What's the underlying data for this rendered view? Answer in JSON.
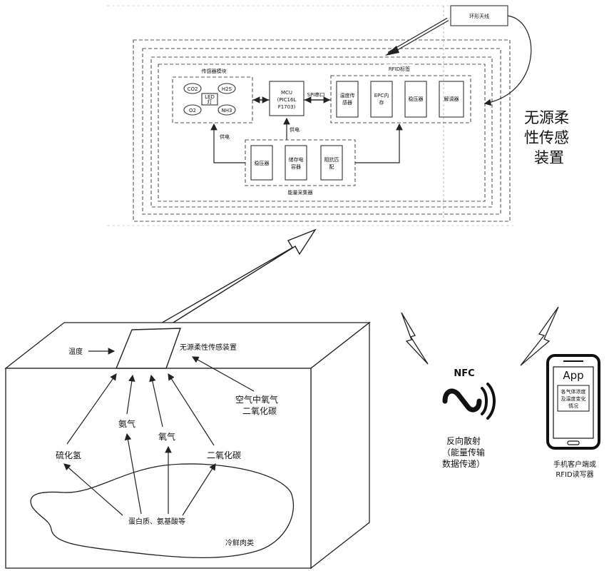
{
  "device_diagram": {
    "antenna": "环形天线",
    "rfid_tag": "RFID标签",
    "sensor_module": "传感器模块",
    "sensors": {
      "co2": "CO2",
      "h2s": "H2S",
      "led": "LED",
      "led2": "灯",
      "o2": "O2",
      "nh3": "NH3"
    },
    "mcu": "MCU",
    "mcu_model": "(PIC16L",
    "mcu_model2": "F1703)",
    "spi": "SPI串口",
    "rfid_blocks": {
      "temp": "温度传",
      "temp2": "感器",
      "epc": "EPC内",
      "epc2": "存",
      "reg": "稳压器",
      "demod": "解调器"
    },
    "power_label_left": "供电",
    "power_label_mid": "供电",
    "energy_blocks": {
      "reg": "稳压器",
      "cap": "储存电",
      "cap2": "容器",
      "imp": "阻抗匹",
      "imp2": "配"
    },
    "energy_harvester": "能量采集器",
    "device_title_1": "无源柔",
    "device_title_2": "性传感",
    "device_title_3": "装置"
  },
  "box_diagram": {
    "temperature": "温度",
    "device_label": "无源柔性传感装置",
    "air_gases_1": "空气中氧气",
    "air_gases_2": "二氧化碳",
    "ammonia": "氨气",
    "oxygen": "氧气",
    "h2s": "硫化氢",
    "co2": "二氧化碳",
    "protein": "蛋白质、氨基酸等",
    "meat": "冷鲜肉类"
  },
  "nfc": {
    "logo": "NFC",
    "caption_1": "反向散射",
    "caption_2": "（能量传输",
    "caption_3": "数据传递）"
  },
  "phone": {
    "app": "App",
    "screen_1": "各气体浓度",
    "screen_2": "及温度变化",
    "screen_3": "情况",
    "caption_1": "手机客户端或",
    "caption_2": "RFID读写器"
  }
}
